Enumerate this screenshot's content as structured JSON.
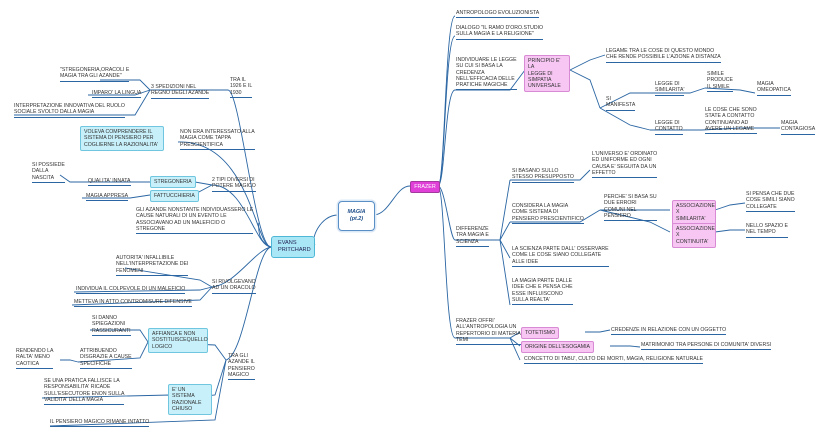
{
  "center": {
    "title": "MAGIA",
    "subtitle": "(pt.2)"
  },
  "evans": {
    "line1": "EVANS",
    "line2": "PRITCHARD"
  },
  "frazer": {
    "label": "FRAZER"
  },
  "left": {
    "spedizioni": [
      "3 SPEDIZIONI NEL",
      "REGNO DEGLI AZANDE"
    ],
    "anni": [
      "TRA IL",
      "1926 E IL",
      "1930"
    ],
    "stregoneria_oracoli": [
      "\"STREGONERIA,ORACOLI E",
      "MAGIA TRA GLI AZANDE\""
    ],
    "impara_lingua": "IMPARO' LA LINGUA",
    "interpretazione": [
      "INTERPRETAZIONE INNOVATIVA DEL RUOLO",
      "SOCIALE SVOLTO DALLA MAGIA"
    ],
    "voleva": [
      "VOLEVA COMPRENDERE IL",
      "SISTEMA DI PENSIERO PER",
      "COGLIERNE LA RAZIONALITA'"
    ],
    "non_interessato": [
      "NON ERA INTERESSATO ALLA",
      "MAGIA COME TAPPA",
      "PRESCIENTIFICA"
    ],
    "si_possiede": [
      "SI POSSIEDE",
      "DALLA",
      "NASCITA"
    ],
    "qualita_innata": "QUALITA' INNATA",
    "stregoneria": "STREGONERIA",
    "magia_appresa": "MAGIA APPRESA",
    "fattucchieria": "FATTUCCHIERIA",
    "due_tipi": [
      "2 TIPI DIVERSI DI",
      "POTERE MAGICO"
    ],
    "gli_azande": [
      "GLI AZANDE NONSTANTE INDIVIDUASSERO LE",
      "CAUSE NATURALI DI UN EVENTO LE",
      "ASSOCIAVANO AD UN MALEFICIO O",
      "STREGONE"
    ],
    "autorita": [
      "AUTORITA' INFALLIBILE",
      "NELL'INTERPRETAZIONE DEI",
      "FENOMENI"
    ],
    "individua": "INDIVIDUA IL COLPEVOLE DI UN MALEFICIO",
    "si_rivolgevano": [
      "SI RIVOLGEVANO",
      "AD UN ORACOLO"
    ],
    "metteva": "METTEVA IN ATTO CONTROMISURE DIFENSIVE",
    "si_danno": [
      "SI DANNO",
      "SPIEGAZIONI",
      "RASSICURANTI"
    ],
    "affianca": [
      "AFFIANCA E NON",
      "SOSTITUISCEQUELLO",
      "LOGICO"
    ],
    "rendendo": [
      "RENDENDO LA",
      "RALTA' MENO",
      "CAOTICA"
    ],
    "attribuendo": [
      "ATTRIBUENDO",
      "DISGRAZIE A CAUSE",
      "SPECIFICHE"
    ],
    "tra_gli_azande": [
      "TRA GLI",
      "AZANDE IL",
      "PENSIERO",
      "MAGICO"
    ],
    "se_una_pratica": [
      "SE UNA PRATICA FALLISCE LA",
      "RESPONSABILITA' RICADE",
      "SULL'ESECUTORE ENON SULLA",
      "VALIDITA' DELLA MAGIA"
    ],
    "sistema_chiuso": [
      "E' UN",
      "SISTEMA",
      "RAZIONALE",
      "CHIUSO"
    ],
    "pensiero_rimane": "IL PENSIERO MAGICO RIMANE INTATTO"
  },
  "right": {
    "antropologo": "ANTROPOLOGO EVOLUZIONISTA",
    "dialogo": [
      "DIALOGO \"IL RAMO D'ORO.STUDIO",
      "SULLA MAGIA E LA RELIGIONE\""
    ],
    "individuare": [
      "INDIVIDUARE  LE LEGGE",
      "SU CUI SI BASA LA",
      "CREDENZA",
      "NELL'EFFICACIA DELLE",
      "PRATICHE MAGICHE"
    ],
    "principio": [
      "PRINCIPIO E' LA",
      "LEGGE DI",
      "SIMPATIA",
      "UNIVERSALE"
    ],
    "legame": [
      "LEGAME TRA LE COSE DI QUESTO MONDO",
      "CHE RENDE POSSIBILE L'AZIONE A DISTANZA"
    ],
    "si_manifesta": [
      "SI",
      "MANIFESTA"
    ],
    "legge_similarita": [
      "LEGGE DI",
      "SIMILARITA'"
    ],
    "simile": [
      "SIMILE",
      "PRODUCE",
      "IL SIMILE"
    ],
    "magia_omeopatica": [
      "MAGIA",
      "OMEOPATICA"
    ],
    "legge_contatto": [
      "LEGGE DI",
      "CONTATTO"
    ],
    "cose_contatto": [
      "LE COSE CHE SONO",
      "STATE A CONTATTO",
      "CONTINUANO AD",
      "AVERE UN LEGAME"
    ],
    "magia_contagiosa": [
      "MAGIA",
      "CONTAGIOSA"
    ],
    "basano": [
      "SI BASANO SULLO",
      "STESSO PRESUPPOSTO"
    ],
    "universo": [
      "L'UNIVERSO E' ORDINATO",
      "ED UNIFORME ED OGNI",
      "CAUSA E' SEGUITA DA UN",
      "EFFETTO"
    ],
    "considera": [
      "CONSIDERA LA MAGIA",
      "COME SISTEMA DI",
      "PENSIERO PRESCIENTIFICO"
    ],
    "perche": [
      "PERCHE' SI BASA SU",
      "DUE ERRORI",
      "COMUNI NEL",
      "PENSIERO"
    ],
    "assoc_similarita": [
      "ASSOCIAZIONE X",
      "SIMILARITA'"
    ],
    "si_pensa": [
      "SI PENSA CHE DUE",
      "COSE SIMILI SIANO",
      "COLLEGATE"
    ],
    "assoc_continuita": [
      "ASSOCIAZIONE X",
      "CONTINUITA'"
    ],
    "spazio_tempo": [
      "NELLO SPAZIO E",
      "NEL TEMPO"
    ],
    "differenze": [
      "DIFFERENZE",
      "TRA MAGIA E",
      "SCIENZA"
    ],
    "scienza_parte": [
      "LA SCIENZA PARTE DALL' OSSERVARE",
      "COME LE COSE SIANO COLLEGATE",
      "ALLE IDEE"
    ],
    "magia_parte": [
      "LA MAGIA PARTE DALLE",
      "IDEE CHE E PENSA CHE",
      "ESSE INFLUISCONO",
      "SULLA REALTA'"
    ],
    "frazer_offri": [
      "FRAZER OFFRI'",
      "ALL'ANTROPOLOGIA UN",
      "REPERTORIO DI MATERIALI E",
      "TEMI"
    ],
    "totetismo": "TOTETISMO",
    "credenze": "CREDENZE IN RELAZIONE CON UN OGGETTO",
    "esogamia": "ORIGINE DELL'ESOGAMIA",
    "matrimonio": "MATRIMONIO TRA PERSONE DI COMUNITA' DIVERSI",
    "concetto": "CONCETTO DI TABU', CULTO DEI MORTI, MAGIA, RELIGIONE NATURALE"
  }
}
